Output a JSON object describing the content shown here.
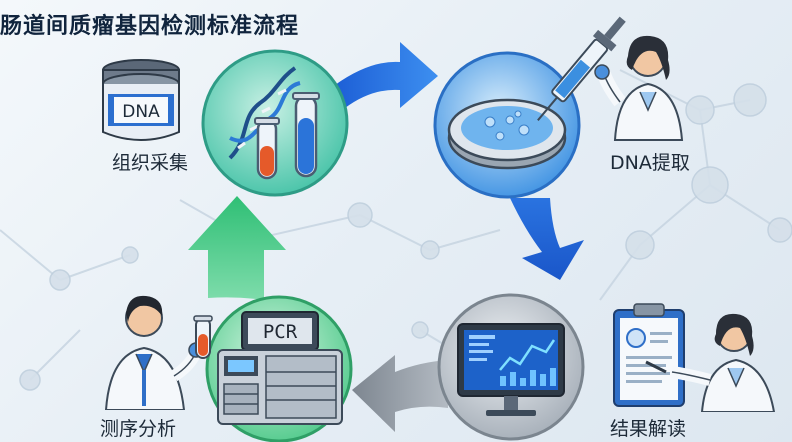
{
  "title": "肠道间质瘤基因检测标准流程",
  "steps": {
    "tissue": {
      "label": "组织采集"
    },
    "extract": {
      "label": "DNA提取"
    },
    "result": {
      "label": "结果解读"
    },
    "sequence": {
      "label": "测序分析"
    }
  },
  "jar_label": "DNA",
  "pcr_label": "PCR",
  "colors": {
    "blue_arrow": "#2a73e0",
    "green_arrow": "#3cc47f",
    "gray_arrow": "#8a939d",
    "title": "#10243d"
  },
  "icons": [
    "dna-jar-icon",
    "dna-helix-icon",
    "test-tube-icon",
    "petri-dish-icon",
    "syringe-icon",
    "scientist-icon",
    "monitor-icon",
    "clipboard-icon",
    "pcr-machine-icon"
  ]
}
